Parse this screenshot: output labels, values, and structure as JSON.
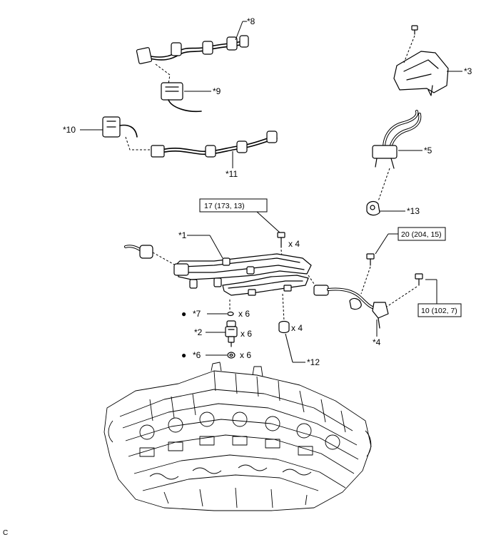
{
  "corner_letter": "C",
  "labels": {
    "p1": "*1",
    "p2": "*2",
    "p3": "*3",
    "p4": "*4",
    "p5": "*5",
    "p6": "*6",
    "p7": "*7",
    "p8": "*8",
    "p9": "*9",
    "p10": "*10",
    "p11": "*11",
    "p12": "*12",
    "p13": "*13"
  },
  "quantities": {
    "bolt_rail": "x 4",
    "oring": "x 6",
    "injector": "x 6",
    "insulator": "x 6",
    "spacer": "x 4"
  },
  "torques": {
    "rail_bolt": "17 (173, 13)",
    "pipe_bolt": "20 (204, 15)",
    "clamp_bolt": "10 (102, 7)"
  },
  "markers": {
    "non_reusable_7": "●",
    "non_reusable_6": "●"
  }
}
